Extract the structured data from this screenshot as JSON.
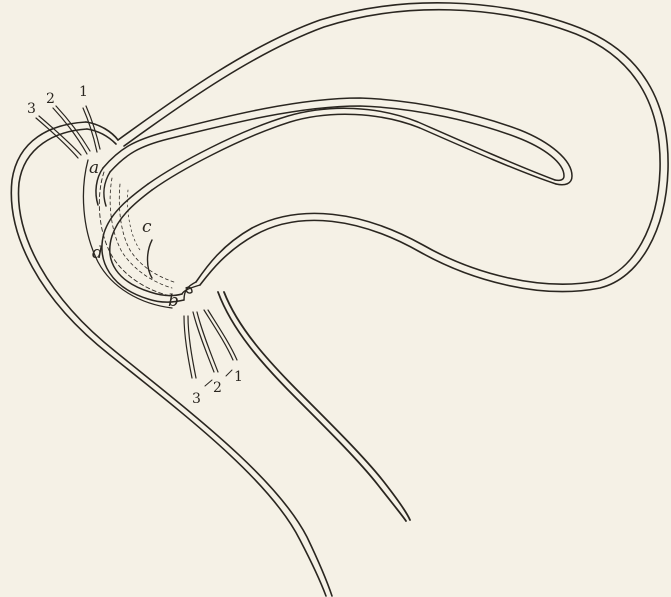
{
  "figure": {
    "background": "#f5f1e6",
    "ink": "#2a2620",
    "labels": {
      "top_3": "3",
      "top_2": "2",
      "top_1": "1",
      "a": "a",
      "b": "b",
      "c": "c",
      "d": "d",
      "bottom_3": "3",
      "bottom_2": "2",
      "bottom_1": "1"
    }
  }
}
